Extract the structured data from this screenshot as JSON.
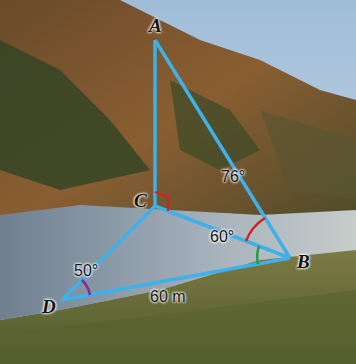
{
  "diagram": {
    "labels": [
      "A",
      "C",
      "76°",
      "60°",
      "B",
      "50°",
      "D",
      "60 m"
    ]
  }
}
